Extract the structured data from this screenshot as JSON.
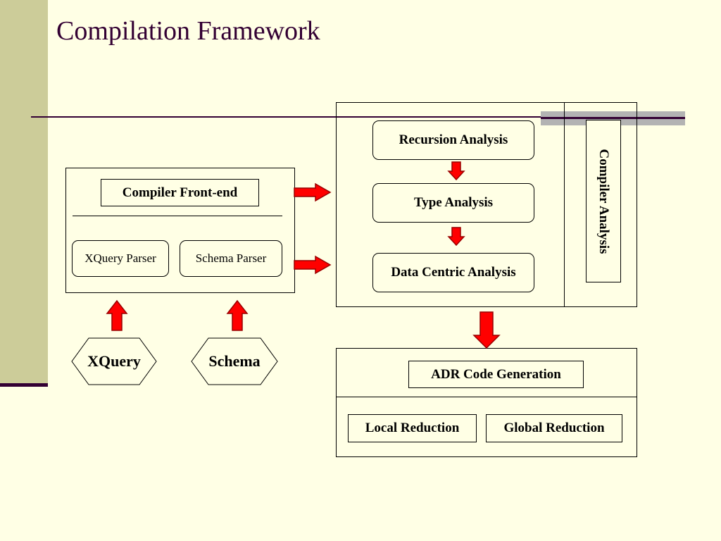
{
  "slide": {
    "title": "Compilation Framework"
  },
  "frontend": {
    "header": "Compiler Front-end",
    "parser_xquery": "XQuery Parser",
    "parser_schema": "Schema  Parser"
  },
  "inputs": {
    "xquery": "XQuery",
    "schema": "Schema"
  },
  "analysis": {
    "recursion": "Recursion Analysis",
    "type": "Type Analysis",
    "data_centric": "Data Centric Analysis",
    "side_label": "Compiler Analysis"
  },
  "codegen": {
    "header": "ADR Code Generation",
    "local": "Local Reduction",
    "global": "Global Reduction"
  },
  "colors": {
    "background": "#FFFFE5",
    "sidebar": "#CCCC99",
    "title": "#330033",
    "arrow_fill": "#FF0000",
    "arrow_stroke": "#990000"
  }
}
